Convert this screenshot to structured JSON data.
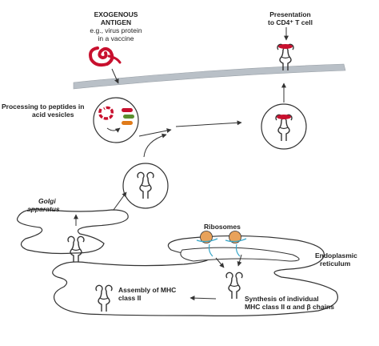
{
  "labels": {
    "exogenous_title": "EXOGENOUS ANTIGEN",
    "exogenous_line1": "EXOGENOUS",
    "exogenous_line2": "ANTIGEN",
    "exogenous_sub1": "e.g., virus protein",
    "exogenous_sub2": "in a vaccine",
    "presentation_line1": "Presentation",
    "presentation_line2": "to CD4⁺ T cell",
    "processing_line1": "Processing to peptides in",
    "processing_line2": "acid vesicles",
    "golgi_line1": "Golgi",
    "golgi_line2": "apparatus",
    "ribosomes": "Ribosomes",
    "er_line1": "Endoplasmic",
    "er_line2": "reticulum",
    "assembly_line1": "Assembly of MHC",
    "assembly_line2": "class II",
    "synthesis_line1": "Synthesis of individual",
    "synthesis_line2": "MHC class II α and β chains"
  },
  "colors": {
    "antigen": "#c8102e",
    "peptide_red": "#c8102e",
    "peptide_green": "#5a8f2e",
    "peptide_orange": "#e07b1a",
    "membrane": "#b9c0c7",
    "ribosome": "#e8a25a",
    "mrna": "#3aa7c9",
    "line": "#333333"
  },
  "icons": [
    "antigen-icon",
    "mhc-molecule-icon",
    "ribosome-icon",
    "vesicle-icon",
    "arrow-icon"
  ]
}
